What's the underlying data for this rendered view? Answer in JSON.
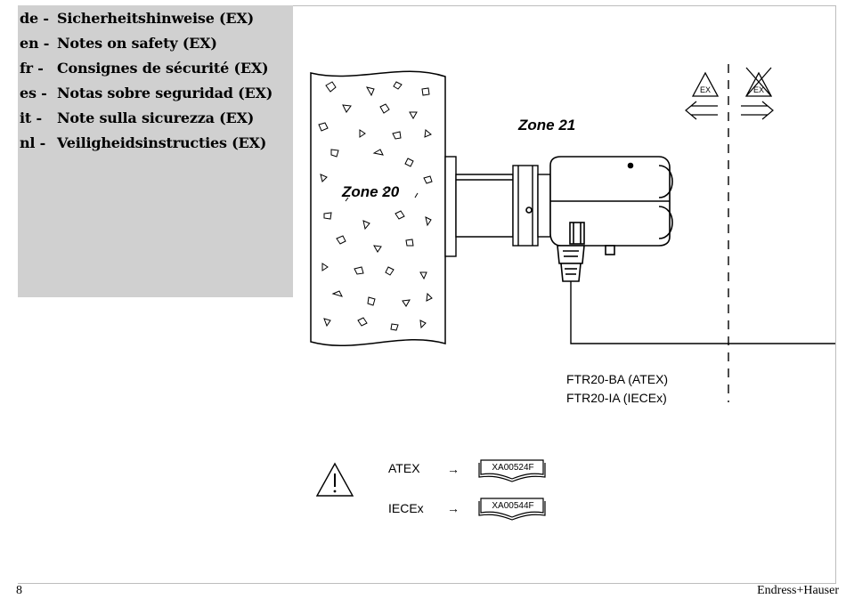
{
  "languages": [
    {
      "code": "de -",
      "text": "Sicherheitshinweise (EX)"
    },
    {
      "code": "en -",
      "text": "Notes on safety (EX)"
    },
    {
      "code": "fr -",
      "text": "Consignes de sécurité (EX)"
    },
    {
      "code": "es -",
      "text": "Notas sobre seguridad (EX)"
    },
    {
      "code": "it -",
      "text": "Note sulla sicurezza (EX)"
    },
    {
      "code": "nl -",
      "text": "Veiligheidsinstructies (EX)"
    }
  ],
  "diagram": {
    "zone_20": "Zone 20",
    "zone_21": "Zone 21",
    "ex_allowed": "EX",
    "ex_denied": "EX",
    "device_atex": "FTR20-BA (ATEX)",
    "device_iecex": "FTR20-IA (IECEx)",
    "certs": [
      {
        "label": "ATEX",
        "arrow": "→",
        "doc": "XA00524F"
      },
      {
        "label": "IECEx",
        "arrow": "→",
        "doc": "XA00544F"
      }
    ]
  },
  "footer": {
    "page_number": "8",
    "brand": "Endress+Hauser"
  }
}
